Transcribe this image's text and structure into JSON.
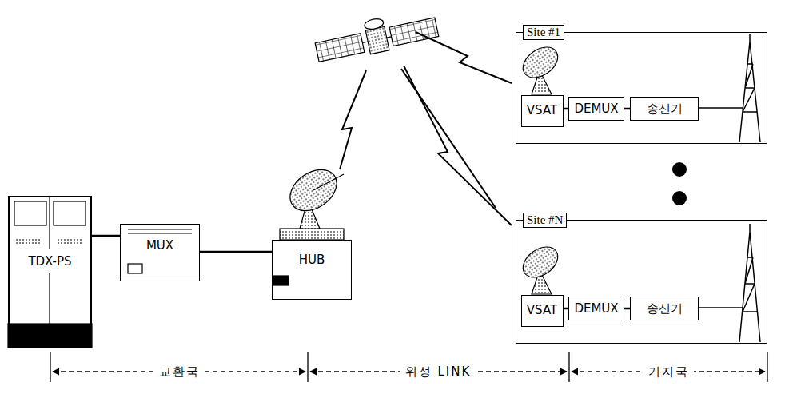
{
  "diagram": {
    "nodes": [
      {
        "text": [
          "TDX-PS"
        ]
      },
      {
        "text": [
          "MUX"
        ]
      },
      {
        "text": [
          "HUB"
        ]
      },
      {
        "text": [
          "Site #1"
        ]
      },
      {
        "text": [
          "VSAT"
        ],
        "in": 3
      },
      {
        "text": [
          "DEMUX"
        ],
        "in": 3
      },
      {
        "text": [
          "송신기"
        ],
        "in": 3
      },
      {
        "text": [
          "Site #N"
        ]
      },
      {
        "text": [
          "VSAT"
        ],
        "in": 7
      },
      {
        "text": [
          "DEMUX"
        ],
        "in": 7
      },
      {
        "text": [
          "송신기"
        ],
        "in": 7
      }
    ],
    "edges": [
      {
        "from": 0,
        "to": 1,
        "arrow": "none"
      },
      {
        "from": 1,
        "to": 2,
        "arrow": "none"
      },
      {
        "from": 4,
        "to": 5,
        "arrow": "none"
      },
      {
        "from": 5,
        "to": 6,
        "arrow": "none"
      },
      {
        "from": 8,
        "to": 9,
        "arrow": "none"
      },
      {
        "from": 9,
        "to": 10,
        "arrow": "none"
      }
    ],
    "labels": [
      "교환국",
      "위성 LINK",
      "기지국"
    ]
  }
}
